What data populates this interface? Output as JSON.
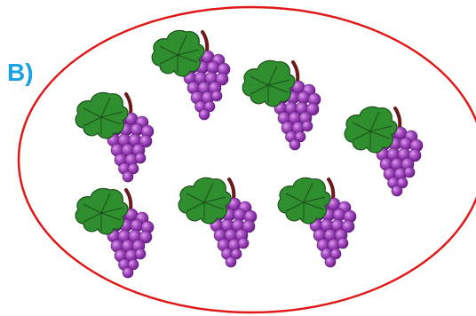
{
  "option": {
    "label": "B)",
    "label_color": "#1aa3e0"
  },
  "set": {
    "outline_color": "#e01818",
    "item_name": "grape-bunch",
    "item_count": 7
  },
  "colors": {
    "leaf": "#2f8f2f",
    "leaf_dark": "#1f5f1f",
    "grape": "#9b3fb5",
    "grape_light": "#c774dc",
    "stem": "#6b1a1a"
  }
}
